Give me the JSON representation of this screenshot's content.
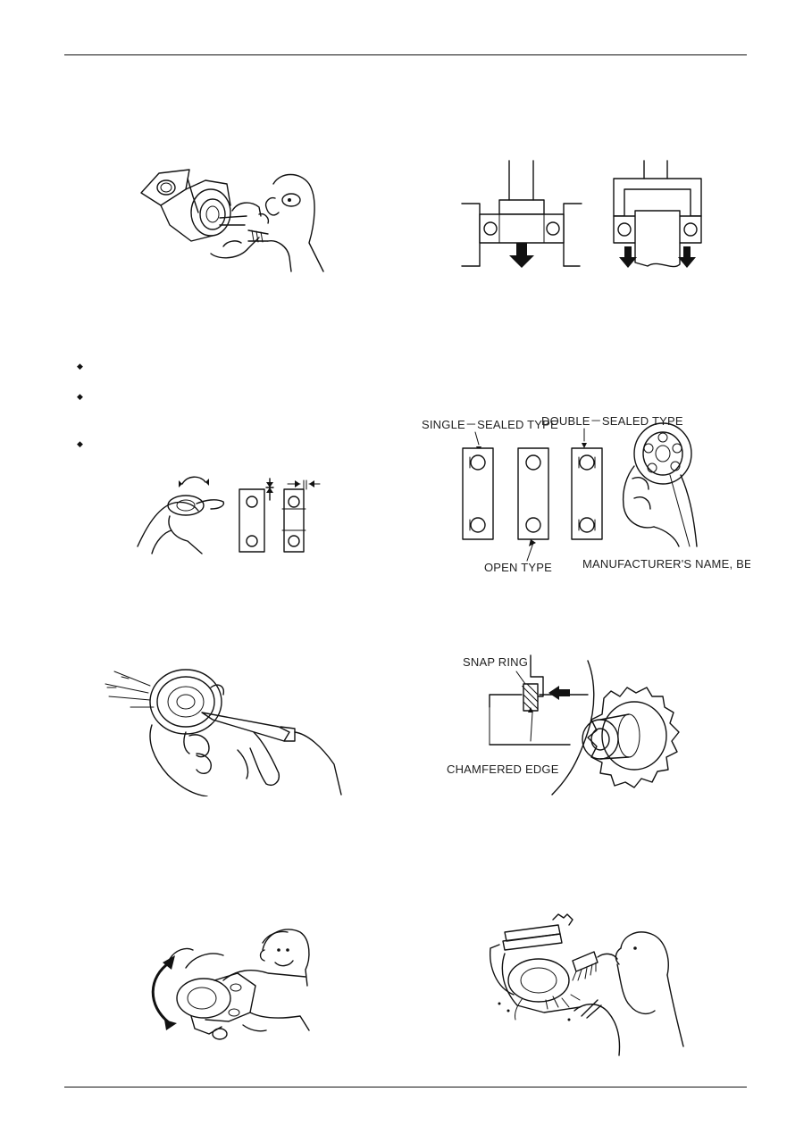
{
  "bullets": [
    "◆",
    "◆",
    "◆"
  ],
  "figures": {
    "bearing_types": {
      "single_sealed": "SINGLE－SEALED TYPE",
      "double_sealed": "DOUBLE－SEALED TYPE",
      "open_type": "OPEN TYPE",
      "manufacturer": "MANUFACTURER'S NAME, BEARING No."
    },
    "snap_ring": {
      "snap_ring": "SNAP RING",
      "chamfered_edge": "CHAMFERED EDGE"
    }
  }
}
